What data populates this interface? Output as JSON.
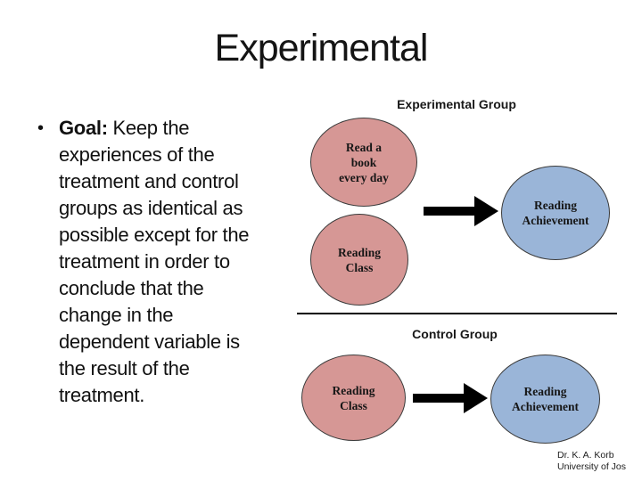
{
  "slide_title": "Experimental",
  "bullet": {
    "marker": "•",
    "bold_label": "Goal:",
    "body": "Keep the\nexperiences of the\ntreatment and control\ngroups as identical as\npossible except for the\ntreatment in order to\nconclude that the\nchange in the\ndependent variable is\nthe result of the\ntreatment."
  },
  "diagram": {
    "experimental": {
      "label": "Experimental Group",
      "cause_primary": "Read a\nbook\nevery day",
      "cause_secondary": "Reading\nClass",
      "effect": "Reading\nAchievement"
    },
    "control": {
      "label": "Control Group",
      "cause": "Reading\nClass",
      "effect": "Reading\nAchievement"
    }
  },
  "footer": {
    "line1": "Dr. K. A. Korb",
    "line2": "University of Jos"
  },
  "colors": {
    "cause_fill": "#D69795",
    "effect_fill": "#9AB5D8",
    "ellipse_border": "#3B3B3B",
    "arrow": "#000000",
    "divider": "#000000"
  }
}
